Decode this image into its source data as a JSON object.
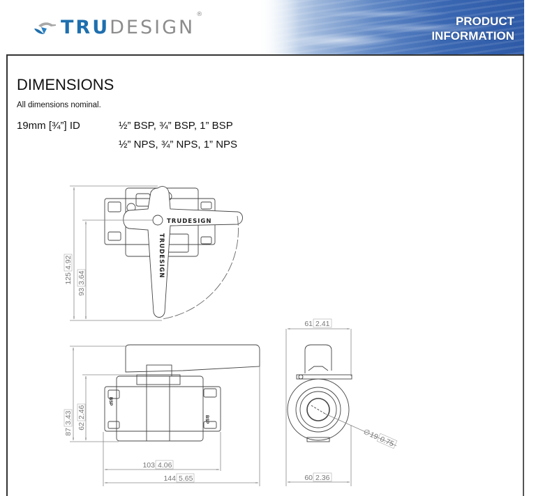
{
  "header": {
    "brand_prefix": "TRU",
    "brand_suffix": "DESIGN",
    "registered_mark": "®",
    "banner_line1": "PRODUCT",
    "banner_line2": "INFORMATION",
    "colors": {
      "brand_blue": "#1e6fae",
      "brand_gray": "#8c8c8c",
      "banner_blue": "#3a67b2"
    }
  },
  "content": {
    "title": "DIMENSIONS",
    "note": "All dimensions nominal.",
    "size_label": "19mm [¾”] ID",
    "thread_lines": [
      "½” BSP, ¾” BSP, 1” BSP",
      "½” NPS, ¾” NPS, 1” NPS"
    ]
  },
  "drawings": {
    "top_view": {
      "handle_text": "TRUDESIGN",
      "dims": [
        {
          "mm": "125",
          "in": "4.92"
        },
        {
          "mm": "93",
          "in": "3.64"
        }
      ]
    },
    "side_view": {
      "dims": [
        {
          "mm": "87",
          "in": "3.43"
        },
        {
          "mm": "62",
          "in": "2.46"
        },
        {
          "mm": "103",
          "in": "4.06"
        },
        {
          "mm": "144",
          "in": "5.65"
        }
      ],
      "port_label": "BSP"
    },
    "end_view": {
      "dims": [
        {
          "mm": "61",
          "in": "2.41"
        },
        {
          "mm": "60",
          "in": "2.36"
        }
      ],
      "bore": {
        "symbol": "∅",
        "mm": "19",
        "in": "0.75"
      }
    }
  }
}
